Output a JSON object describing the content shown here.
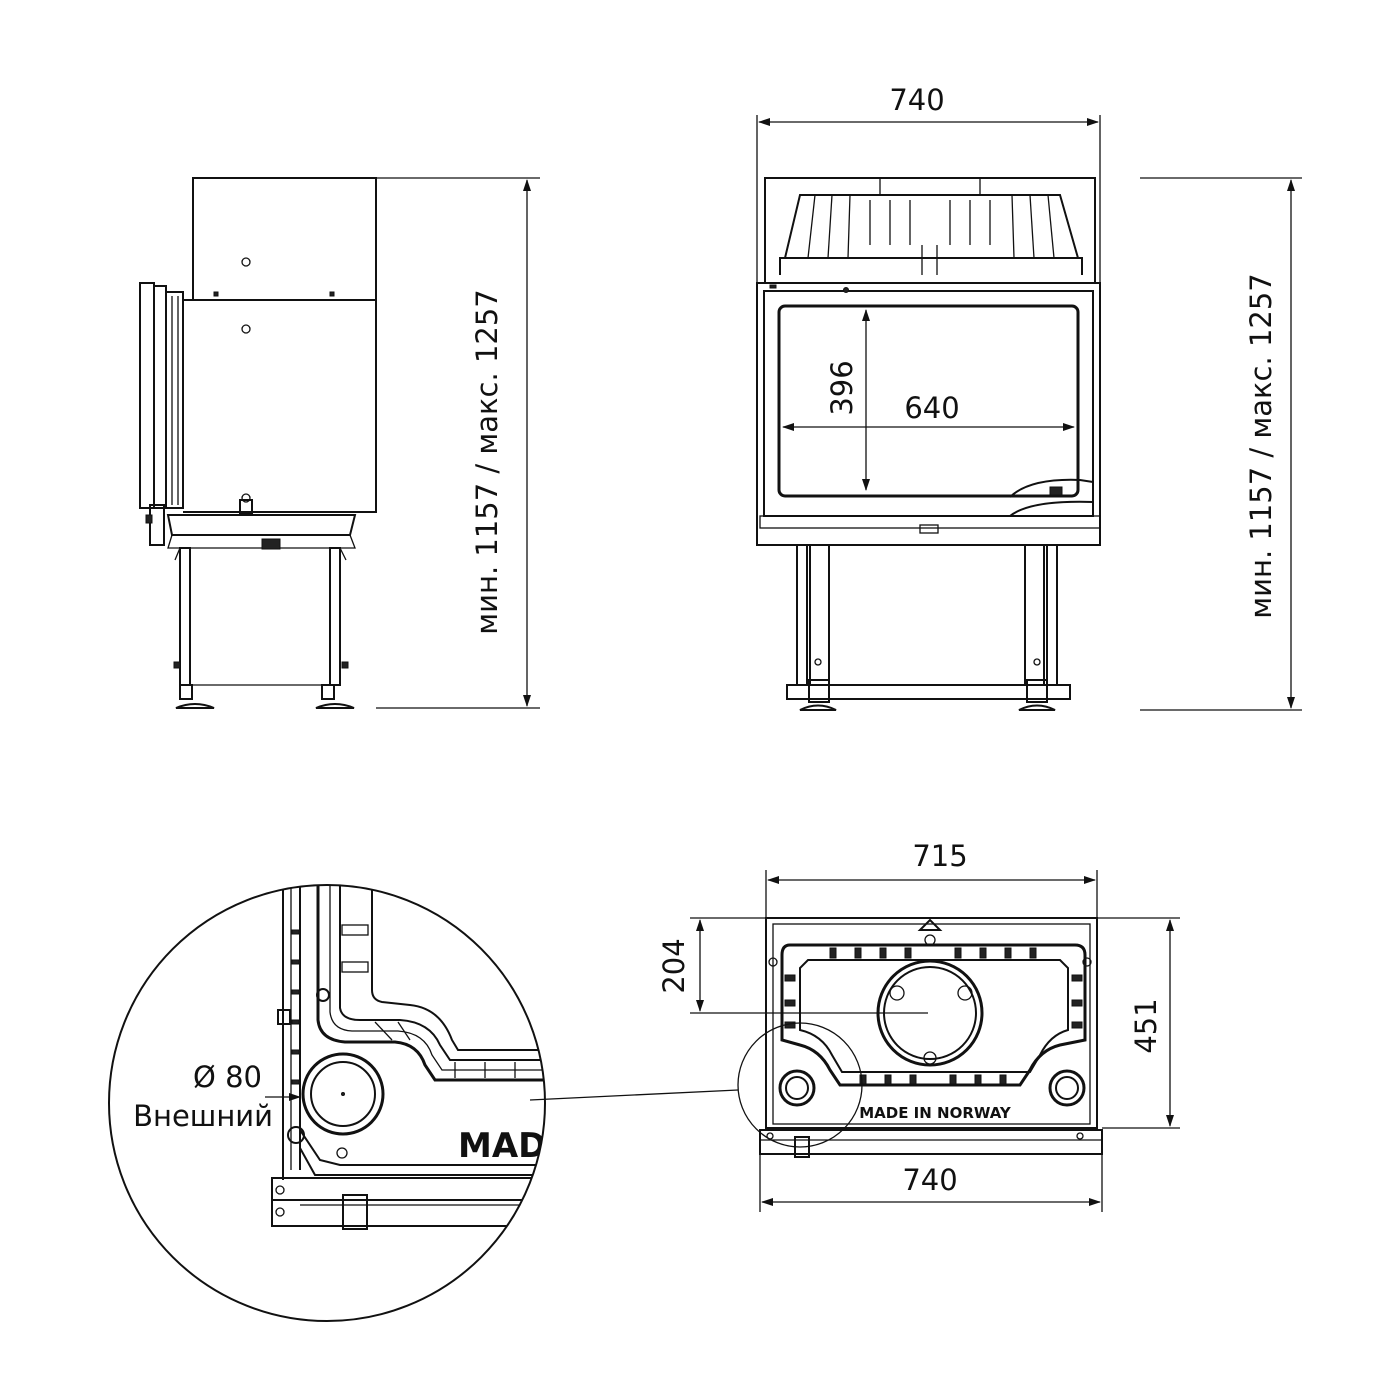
{
  "side_view": {
    "height_label": "мин. 1157 / макс. 1257"
  },
  "front_view": {
    "width_label": "740",
    "height_label": "мин. 1157 / макс. 1257",
    "glass_height_label": "396",
    "glass_width_label": "640"
  },
  "top_view": {
    "inner_width_label": "715",
    "outer_width_label": "740",
    "flue_offset_label": "204",
    "depth_label": "451",
    "stamp_text": "MADE IN NORWAY"
  },
  "detail_view": {
    "diameter_label": "Ø 80",
    "external_label": "Внешний",
    "stamp_fragment": "MAD"
  }
}
